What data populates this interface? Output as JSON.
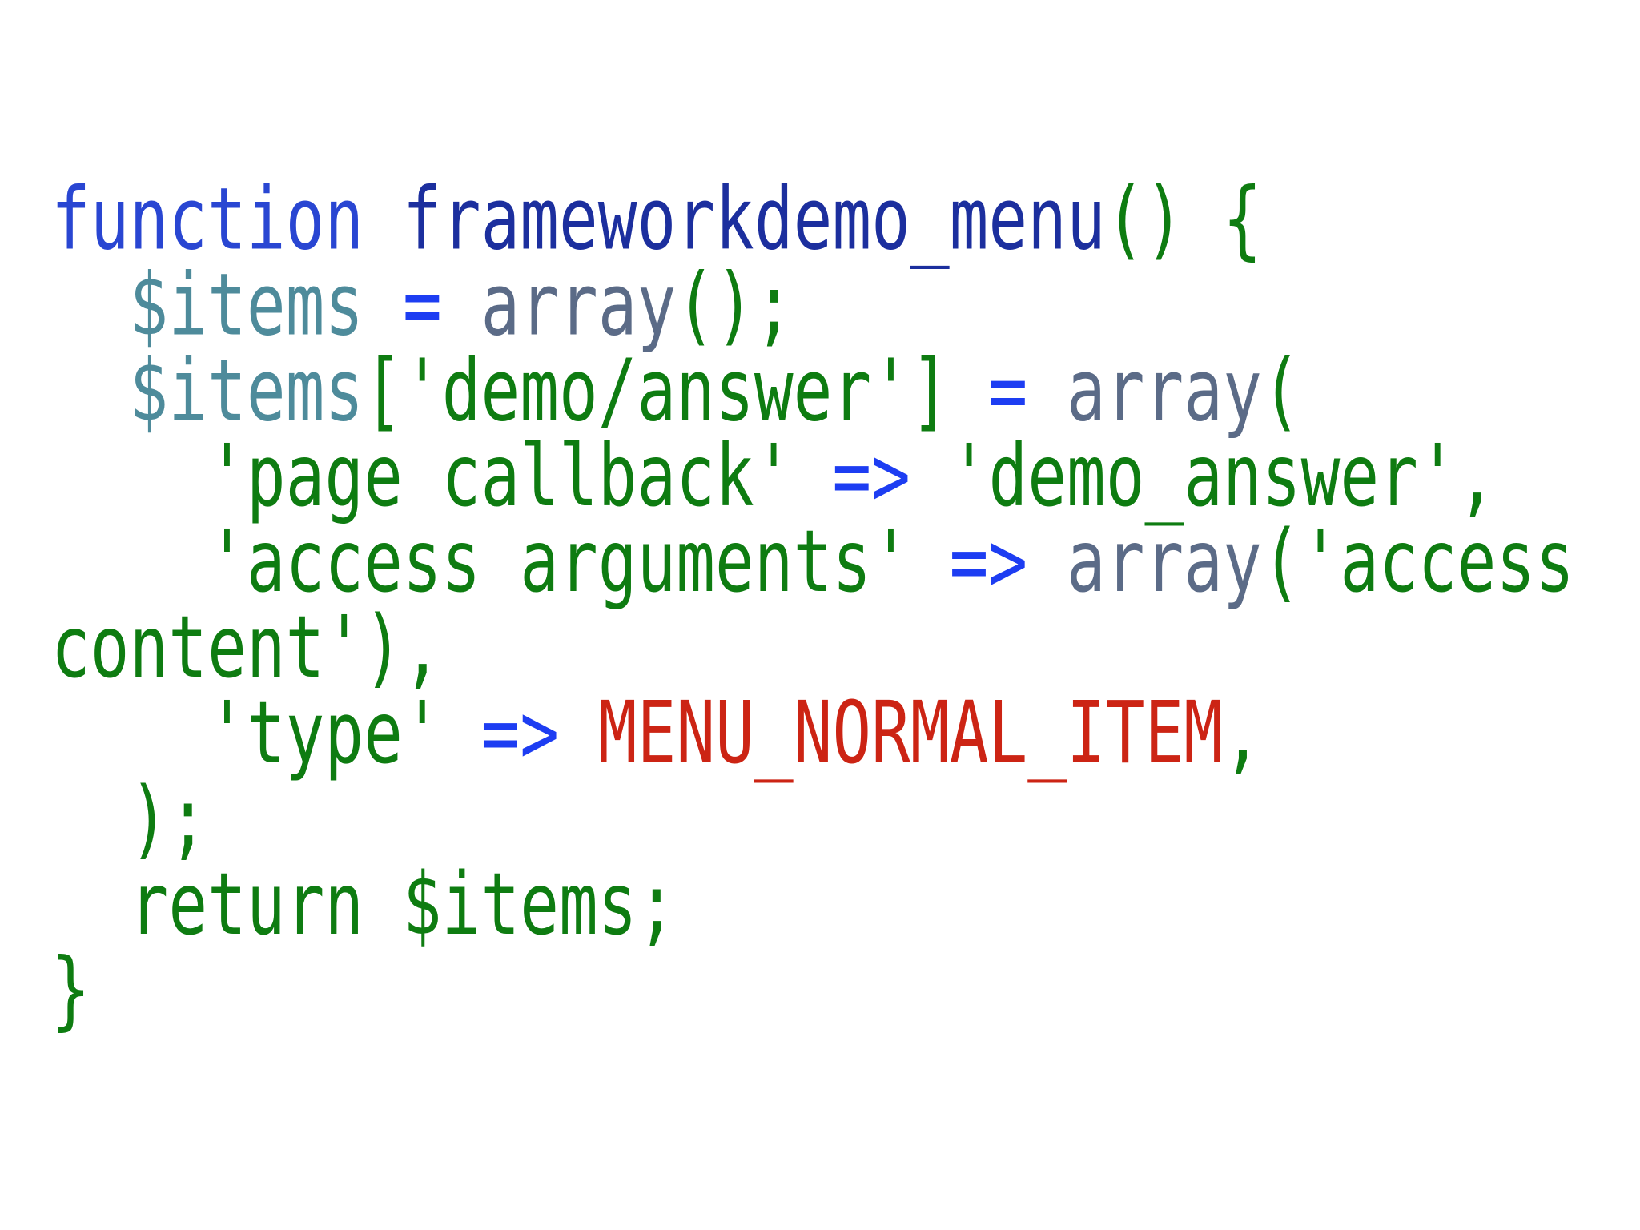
{
  "page": {
    "background": "#ffffff",
    "description": "php-code-snippet-slide"
  },
  "colors": {
    "blue": "#2946d2",
    "navy": "#1c2f9e",
    "green": "#0e7c11",
    "teal": "#4e8b9b",
    "vivid_blue": "#1d3df2",
    "slate": "#5b6b87",
    "red": "#cc2414",
    "plain": "#222222"
  },
  "code": {
    "language": "php",
    "lines": [
      {
        "segments": [
          {
            "t": "function",
            "c": "blue"
          },
          {
            "t": " ",
            "c": "plain"
          },
          {
            "t": "frameworkdemo_menu",
            "c": "navy"
          },
          {
            "t": "()",
            "c": "green"
          },
          {
            "t": " ",
            "c": "plain"
          },
          {
            "t": "{",
            "c": "green"
          }
        ]
      },
      {
        "segments": [
          {
            "t": "  ",
            "c": "plain"
          },
          {
            "t": "$items",
            "c": "teal"
          },
          {
            "t": " ",
            "c": "plain"
          },
          {
            "t": "=",
            "c": "vivid_blue"
          },
          {
            "t": " ",
            "c": "plain"
          },
          {
            "t": "array",
            "c": "slate"
          },
          {
            "t": "();",
            "c": "green"
          }
        ]
      },
      {
        "segments": [
          {
            "t": "  ",
            "c": "plain"
          },
          {
            "t": "$items",
            "c": "teal"
          },
          {
            "t": "['demo/answer']",
            "c": "green"
          },
          {
            "t": " ",
            "c": "plain"
          },
          {
            "t": "=",
            "c": "vivid_blue"
          },
          {
            "t": " ",
            "c": "plain"
          },
          {
            "t": "array",
            "c": "slate"
          },
          {
            "t": "(",
            "c": "green"
          }
        ]
      },
      {
        "segments": [
          {
            "t": "    ",
            "c": "plain"
          },
          {
            "t": "'page callback'",
            "c": "green"
          },
          {
            "t": " ",
            "c": "plain"
          },
          {
            "t": "=>",
            "c": "vivid_blue"
          },
          {
            "t": " ",
            "c": "plain"
          },
          {
            "t": "'demo_answer',",
            "c": "green"
          }
        ]
      },
      {
        "segments": [
          {
            "t": "    ",
            "c": "plain"
          },
          {
            "t": "'access arguments'",
            "c": "green"
          },
          {
            "t": " ",
            "c": "plain"
          },
          {
            "t": "=>",
            "c": "vivid_blue"
          },
          {
            "t": " ",
            "c": "plain"
          },
          {
            "t": "array",
            "c": "slate"
          },
          {
            "t": "('access",
            "c": "green"
          }
        ]
      },
      {
        "segments": [
          {
            "t": "content'),",
            "c": "green"
          }
        ]
      },
      {
        "segments": [
          {
            "t": "    ",
            "c": "plain"
          },
          {
            "t": "'type'",
            "c": "green"
          },
          {
            "t": " ",
            "c": "plain"
          },
          {
            "t": "=>",
            "c": "vivid_blue"
          },
          {
            "t": " ",
            "c": "plain"
          },
          {
            "t": "MENU_NORMAL_ITEM",
            "c": "red"
          },
          {
            "t": ",",
            "c": "green"
          }
        ]
      },
      {
        "segments": [
          {
            "t": "  ",
            "c": "plain"
          },
          {
            "t": ");",
            "c": "green"
          }
        ]
      },
      {
        "segments": [
          {
            "t": "  ",
            "c": "plain"
          },
          {
            "t": "return $items;",
            "c": "green"
          }
        ]
      },
      {
        "segments": [
          {
            "t": "}",
            "c": "green"
          }
        ]
      }
    ]
  }
}
